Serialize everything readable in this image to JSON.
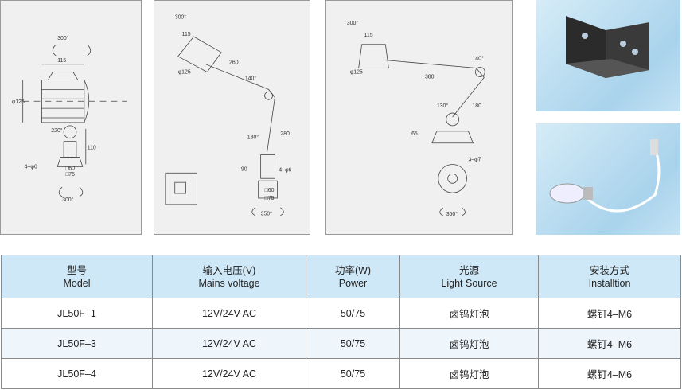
{
  "drawings": {
    "front": {
      "rot_top": "300°",
      "width": "115",
      "diameter": "φ125",
      "tilt": "220°",
      "height": "110",
      "holes": "4–φ6",
      "base_inner": "□60",
      "base_outer": "□75",
      "rot_bottom": "300°"
    },
    "arm_f3": {
      "rot_top": "300°",
      "width": "115",
      "diameter": "φ125",
      "arm1": "260",
      "angle1": "140°",
      "angle2": "130°",
      "arm2": "280",
      "base_h": "90",
      "holes": "4–φ6",
      "base_inner": "□60",
      "base_outer": "□75",
      "rot_bottom": "350°"
    },
    "arm_f4": {
      "rot_top": "300°",
      "width": "115",
      "diameter": "φ125",
      "arm1": "380",
      "angle1": "140°",
      "angle2": "130°",
      "arm2": "180",
      "base_h": "65",
      "holes": "3–φ7",
      "rot_bottom": "360°"
    }
  },
  "table": {
    "headers": [
      {
        "cn": "型号",
        "en": "Model"
      },
      {
        "cn": "输入电压(V)",
        "en": "Mains voltage"
      },
      {
        "cn": "功率(W)",
        "en": "Power"
      },
      {
        "cn": "光源",
        "en": "Light Source"
      },
      {
        "cn": "安装方式",
        "en": "Installtion"
      }
    ],
    "rows": [
      [
        "JL50F–1",
        "12V/24V AC",
        "50/75",
        "卤钨灯泡",
        "螺钉4–M6"
      ],
      [
        "JL50F–3",
        "12V/24V AC",
        "50/75",
        "卤钨灯泡",
        "螺钉4–M6"
      ],
      [
        "JL50F–4",
        "12V/24V AC",
        "50/75",
        "卤钨灯泡",
        "螺钉4–M6"
      ]
    ]
  }
}
